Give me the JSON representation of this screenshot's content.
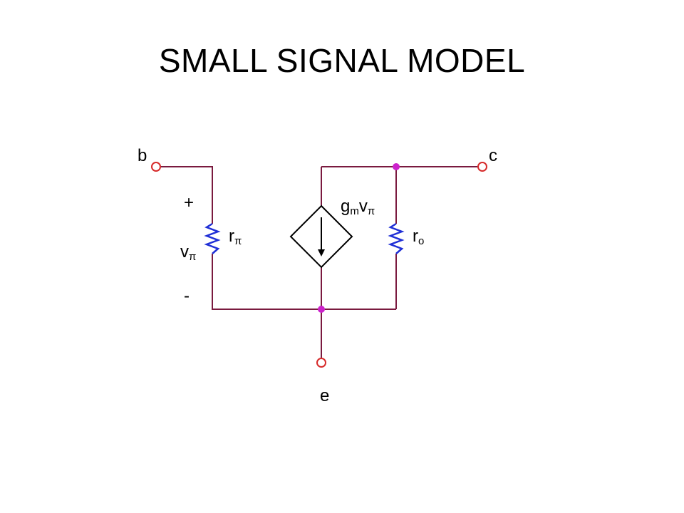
{
  "slide": {
    "title": "SMALL SIGNAL MODEL"
  },
  "diagram": {
    "nodes": {
      "base": "b",
      "collector": "c",
      "emitter": "e"
    },
    "input_voltage": {
      "plus": "+",
      "minus": "-",
      "symbol": "v",
      "sub": "π"
    },
    "r_pi": {
      "symbol": "r",
      "sub": "π"
    },
    "r_o": {
      "symbol": "r",
      "sub": "o"
    },
    "source": {
      "g": "g",
      "g_sub": "m",
      "v": "v",
      "v_sub": "π"
    },
    "colors": {
      "wire": "#7a1a3f",
      "resistor": "#1f2fd6",
      "junction": "#cc22cc",
      "terminal": "#d62a2a"
    }
  }
}
